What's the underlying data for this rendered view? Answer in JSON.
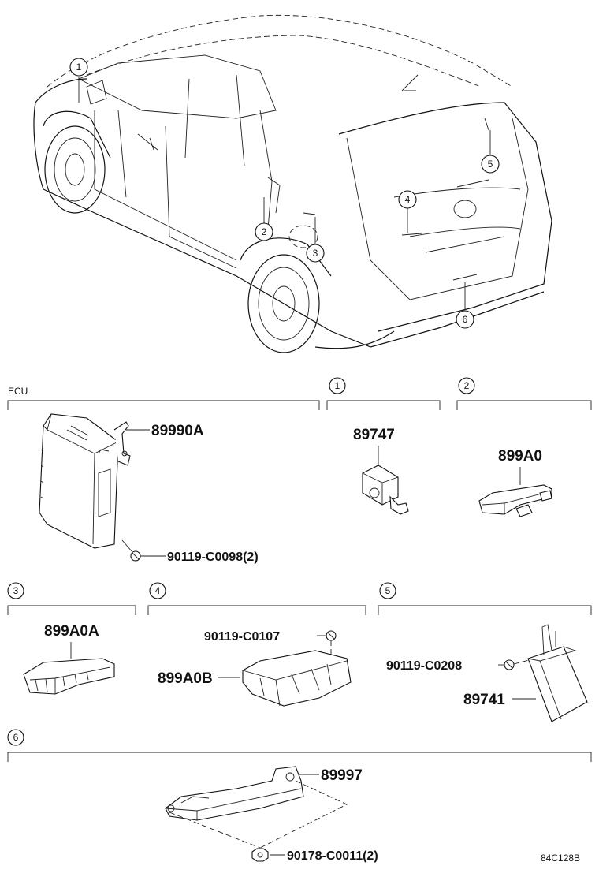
{
  "sections": {
    "ecu": {
      "label": "ECU"
    },
    "s1": {
      "num": "1"
    },
    "s2": {
      "num": "2"
    },
    "s3": {
      "num": "3"
    },
    "s4": {
      "num": "4"
    },
    "s5": {
      "num": "5"
    },
    "s6": {
      "num": "6"
    }
  },
  "car_callouts": [
    "1",
    "2",
    "3",
    "4",
    "5",
    "6"
  ],
  "parts": {
    "ecu_main": "89990A",
    "ecu_screw": "90119-C0098(2)",
    "p1": "89747",
    "p2": "899A0",
    "p3": "899A0A",
    "p4_screw": "90119-C0107",
    "p4_part": "899A0B",
    "p5_screw": "90119-C0208",
    "p5_part": "89741",
    "p6_part": "89997",
    "p6_nut": "90178-C0011(2)"
  },
  "diagram_code": "84C128B"
}
